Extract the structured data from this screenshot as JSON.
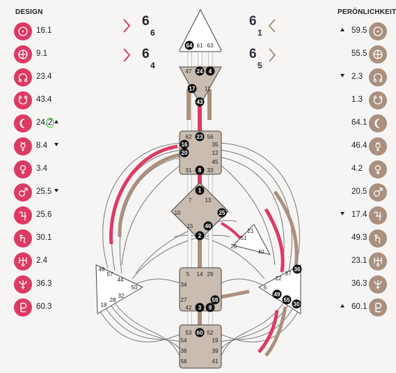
{
  "headers": {
    "design": "DESIGN",
    "personality": "PERÖNLICHKEIT"
  },
  "colors": {
    "design": "#dd3a63",
    "personality": "#a9907f",
    "center_fill": "#c9bcb0",
    "line": "#777777"
  },
  "profile": {
    "design_top": {
      "main": "6",
      "sub": "6"
    },
    "design_bottom": {
      "main": "6",
      "sub": "4"
    },
    "pers_top": {
      "main": "6",
      "sub": "1"
    },
    "pers_bottom": {
      "main": "6",
      "sub": "5"
    }
  },
  "design": [
    {
      "planet": "sun-icon",
      "value": "16.1",
      "arrow": ""
    },
    {
      "planet": "earth-icon",
      "value": "9.1",
      "arrow": ""
    },
    {
      "planet": "north-node-icon",
      "value": "23.4",
      "arrow": ""
    },
    {
      "planet": "south-node-icon",
      "value": "43.4",
      "arrow": ""
    },
    {
      "planet": "moon-icon",
      "value": "24.",
      "value_hl": "2",
      "arrow": "up"
    },
    {
      "planet": "mercury-icon",
      "value": "8.4",
      "arrow": "down"
    },
    {
      "planet": "venus-icon",
      "value": "3.4",
      "arrow": ""
    },
    {
      "planet": "mars-icon",
      "value": "25.5",
      "arrow": "down"
    },
    {
      "planet": "jupiter-icon",
      "value": "25.6",
      "arrow": ""
    },
    {
      "planet": "saturn-icon",
      "value": "30.1",
      "arrow": ""
    },
    {
      "planet": "uranus-icon",
      "value": "2.4",
      "arrow": ""
    },
    {
      "planet": "neptune-icon",
      "value": "36.3",
      "arrow": ""
    },
    {
      "planet": "pluto-icon",
      "value": "60.3",
      "arrow": ""
    }
  ],
  "personality": [
    {
      "planet": "sun-icon",
      "value": "59.5",
      "arrow": "up"
    },
    {
      "planet": "earth-icon",
      "value": "55.5",
      "arrow": ""
    },
    {
      "planet": "north-node-icon",
      "value": "2.3",
      "arrow": "down"
    },
    {
      "planet": "south-node-icon",
      "value": "1.3",
      "arrow": ""
    },
    {
      "planet": "moon-icon",
      "value": "64.1",
      "arrow": ""
    },
    {
      "planet": "mercury-icon",
      "value": "46.4",
      "arrow": ""
    },
    {
      "planet": "venus-icon",
      "value": "4.2",
      "arrow": ""
    },
    {
      "planet": "mars-icon",
      "value": "20.5",
      "arrow": ""
    },
    {
      "planet": "jupiter-icon",
      "value": "17.4",
      "arrow": "down"
    },
    {
      "planet": "saturn-icon",
      "value": "49.3",
      "arrow": ""
    },
    {
      "planet": "uranus-icon",
      "value": "23.1",
      "arrow": ""
    },
    {
      "planet": "neptune-icon",
      "value": "36.3",
      "arrow": ""
    },
    {
      "planet": "pluto-icon",
      "value": "60.1",
      "arrow": "up"
    }
  ],
  "gates": {
    "head": [
      {
        "n": "64",
        "on": true
      },
      {
        "n": "61",
        "on": false
      },
      {
        "n": "63",
        "on": false
      }
    ],
    "ajna": [
      {
        "n": "47",
        "on": false
      },
      {
        "n": "24",
        "on": true
      },
      {
        "n": "4",
        "on": true
      },
      {
        "n": "17",
        "on": true
      },
      {
        "n": "11",
        "on": false
      },
      {
        "n": "43",
        "on": true
      }
    ],
    "throat": [
      {
        "n": "62",
        "on": false
      },
      {
        "n": "23",
        "on": true
      },
      {
        "n": "56",
        "on": false
      },
      {
        "n": "16",
        "on": true
      },
      {
        "n": "35",
        "on": false
      },
      {
        "n": "20",
        "on": true
      },
      {
        "n": "12",
        "on": false
      },
      {
        "n": "45",
        "on": false
      },
      {
        "n": "31",
        "on": false
      },
      {
        "n": "8",
        "on": true
      },
      {
        "n": "33",
        "on": false
      }
    ],
    "g": [
      {
        "n": "1",
        "on": true
      },
      {
        "n": "7",
        "on": false
      },
      {
        "n": "13",
        "on": false
      },
      {
        "n": "10",
        "on": false
      },
      {
        "n": "25",
        "on": true
      },
      {
        "n": "15",
        "on": false
      },
      {
        "n": "46",
        "on": true
      },
      {
        "n": "2",
        "on": true
      }
    ],
    "heart": [
      {
        "n": "21",
        "on": false
      },
      {
        "n": "51",
        "on": false
      },
      {
        "n": "26",
        "on": false
      },
      {
        "n": "40",
        "on": false
      }
    ],
    "spleen": [
      {
        "n": "48",
        "on": false
      },
      {
        "n": "57",
        "on": false
      },
      {
        "n": "44",
        "on": false
      },
      {
        "n": "50",
        "on": false
      },
      {
        "n": "32",
        "on": false
      },
      {
        "n": "28",
        "on": false
      },
      {
        "n": "18",
        "on": false
      }
    ],
    "sacral": [
      {
        "n": "5",
        "on": false
      },
      {
        "n": "14",
        "on": false
      },
      {
        "n": "29",
        "on": false
      },
      {
        "n": "34",
        "on": false
      },
      {
        "n": "27",
        "on": false
      },
      {
        "n": "59",
        "on": true
      },
      {
        "n": "42",
        "on": false
      },
      {
        "n": "3",
        "on": true
      },
      {
        "n": "9",
        "on": true
      }
    ],
    "solar": [
      {
        "n": "36",
        "on": true
      },
      {
        "n": "37",
        "on": false
      },
      {
        "n": "22",
        "on": false
      },
      {
        "n": "6",
        "on": false
      },
      {
        "n": "49",
        "on": true
      },
      {
        "n": "55",
        "on": true
      },
      {
        "n": "30",
        "on": true
      }
    ],
    "root": [
      {
        "n": "53",
        "on": false
      },
      {
        "n": "60",
        "on": true
      },
      {
        "n": "52",
        "on": false
      },
      {
        "n": "54",
        "on": false
      },
      {
        "n": "19",
        "on": false
      },
      {
        "n": "38",
        "on": false
      },
      {
        "n": "39",
        "on": false
      },
      {
        "n": "58",
        "on": false
      },
      {
        "n": "41",
        "on": false
      }
    ]
  }
}
